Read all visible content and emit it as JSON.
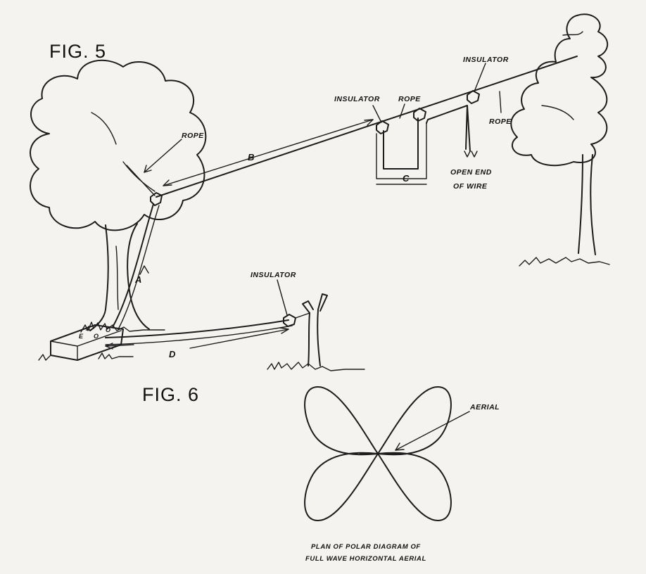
{
  "fig5": {
    "title": "FIG. 5",
    "labels": {
      "rope_left": "ROPE",
      "b": "B",
      "insulator_mid": "INSULATOR",
      "rope_mid": "ROPE",
      "insulator_right": "INSULATOR",
      "rope_right": "ROPE",
      "c": "C",
      "open_end_1": "OPEN END",
      "open_end_2": "OF WIRE",
      "a": "A",
      "insulator_bottom": "INSULATOR",
      "d": "D"
    },
    "box_terminals": {
      "a": "A",
      "e": "E",
      "o1": "O",
      "o2": "O"
    }
  },
  "fig6": {
    "title": "FIG. 6",
    "aerial_label": "AERIAL",
    "caption_line1": "PLAN OF POLAR DIAGRAM OF",
    "caption_line2": "FULL WAVE HORIZONTAL AERIAL"
  }
}
